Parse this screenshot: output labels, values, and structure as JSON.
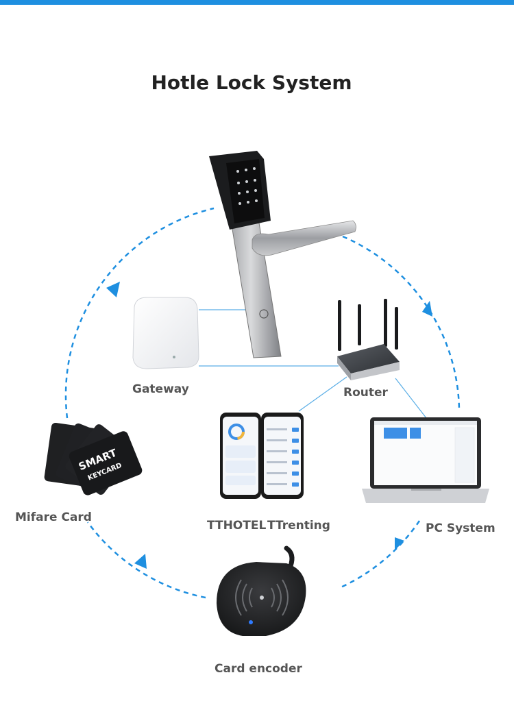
{
  "title": "Hotle Lock System",
  "labels": {
    "gateway": "Gateway",
    "router": "Router",
    "mifare_card": "Mifare Card",
    "tthotel": "TTHOTEL",
    "ttrenting": "TTrenting",
    "pc_system": "PC System",
    "card_encoder": "Card encoder"
  },
  "card": {
    "line1": "SMART",
    "line2": "KEYCARD"
  },
  "colors": {
    "accent": "#1e8fe0",
    "label": "#555555",
    "title": "#222222"
  }
}
